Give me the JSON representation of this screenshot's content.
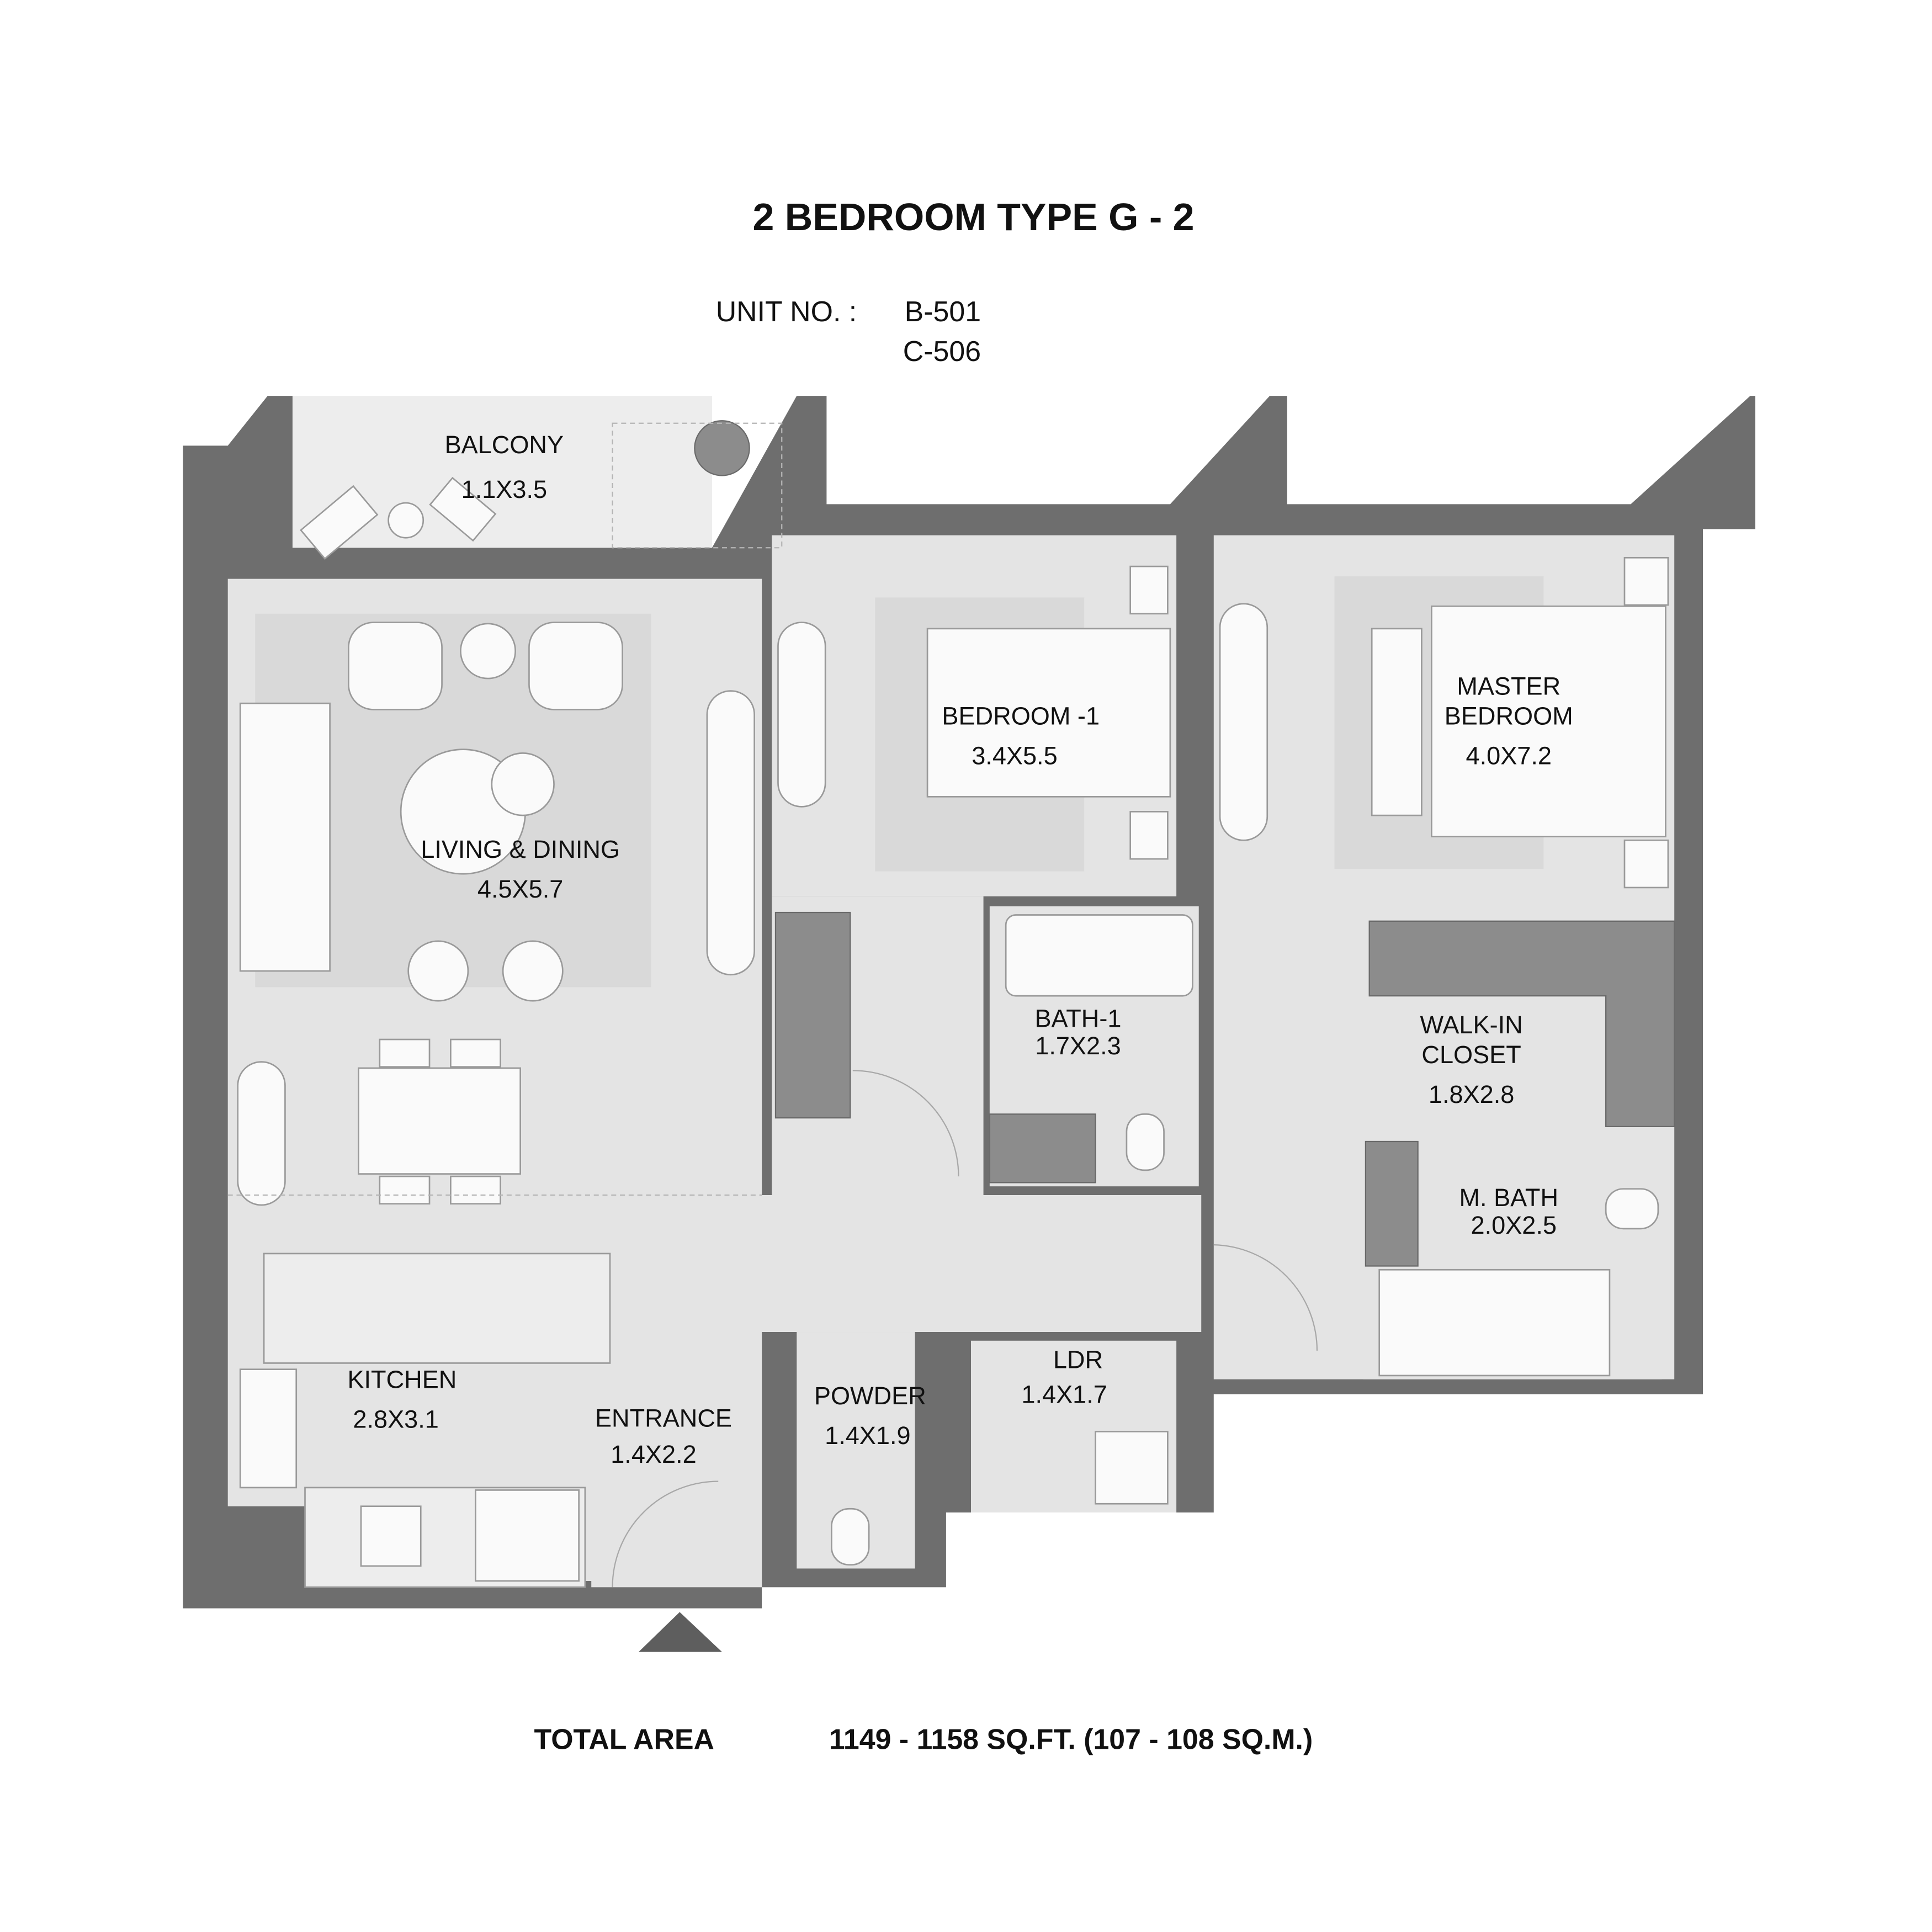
{
  "title": "2 BEDROOM TYPE G - 2",
  "unit_label": "UNIT NO. :",
  "units": [
    "B-501",
    "C-506"
  ],
  "rooms": {
    "balcony": {
      "name": [
        "BALCONY"
      ],
      "dims": "1.1X3.5"
    },
    "living": {
      "name": [
        "LIVING & DINING"
      ],
      "dims": "4.5X5.7"
    },
    "bedroom1": {
      "name": [
        "BEDROOM -1"
      ],
      "dims": "3.4X5.5"
    },
    "master": {
      "name": [
        "MASTER",
        "BEDROOM"
      ],
      "dims": "4.0X7.2"
    },
    "bath1": {
      "name": [
        "BATH-1"
      ],
      "dims": "1.7X2.3"
    },
    "closet": {
      "name": [
        "WALK-IN",
        "CLOSET"
      ],
      "dims": "1.8X2.8"
    },
    "mbath": {
      "name": [
        "M. BATH"
      ],
      "dims": "2.0X2.5"
    },
    "kitchen": {
      "name": [
        "KITCHEN"
      ],
      "dims": "2.8X3.1"
    },
    "entrance": {
      "name": [
        "ENTRANCE"
      ],
      "dims": "1.4X2.2"
    },
    "powder": {
      "name": [
        "POWDER"
      ],
      "dims": "1.4X1.9"
    },
    "ldr": {
      "name": [
        "LDR"
      ],
      "dims": "1.4X1.7"
    }
  },
  "total_area": {
    "label": "TOTAL AREA",
    "value": "1149 - 1158 SQ.FT. (107 - 108 SQ.M.)"
  },
  "colors": {
    "wall": "#6e6e6e",
    "floor": "#e4e4e4"
  }
}
